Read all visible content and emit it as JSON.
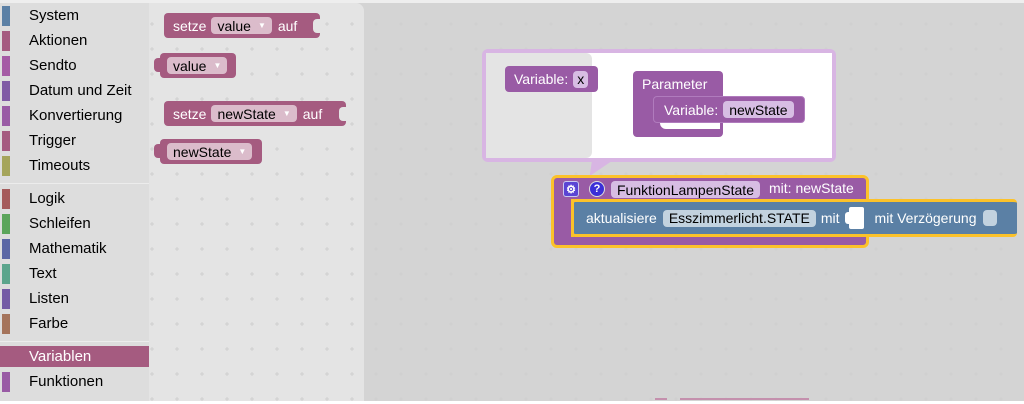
{
  "toolbox": {
    "items": [
      {
        "label": "System",
        "color": "#5b80a5"
      },
      {
        "label": "Aktionen",
        "color": "#a55b80"
      },
      {
        "label": "Sendto",
        "color": "#a55ba5"
      },
      {
        "label": "Datum und Zeit",
        "color": "#805ba5"
      },
      {
        "label": "Konvertierung",
        "color": "#995ba5"
      },
      {
        "label": "Trigger",
        "color": "#a55b80"
      },
      {
        "label": "Timeouts",
        "color": "#a5a55b"
      },
      {
        "label": "Logik",
        "color": "#a55b5b"
      },
      {
        "label": "Schleifen",
        "color": "#5ba55b"
      },
      {
        "label": "Mathematik",
        "color": "#5b67a5"
      },
      {
        "label": "Text",
        "color": "#5ba58c"
      },
      {
        "label": "Listen",
        "color": "#745ba5"
      },
      {
        "label": "Farbe",
        "color": "#a5745b"
      },
      {
        "label": "Variablen",
        "color": "#a55b80",
        "selected": true
      },
      {
        "label": "Funktionen",
        "color": "#995ba5"
      }
    ]
  },
  "flyout": {
    "set_value": {
      "prefix": "setze",
      "var": "value",
      "suffix": "auf"
    },
    "get_value": {
      "var": "value"
    },
    "set_newstate": {
      "prefix": "setze",
      "var": "newState",
      "suffix": "auf"
    },
    "get_newstate": {
      "var": "newState"
    }
  },
  "mutator": {
    "flyout_block": {
      "label": "Variable:",
      "value": "x"
    },
    "container_label": "Parameter",
    "param_block": {
      "label": "Variable:",
      "value": "newState"
    }
  },
  "function_block": {
    "name": "FunktionLampenState",
    "params_label": "mit: newState",
    "gear_icon": "⚙",
    "help_icon": "?",
    "statement": {
      "prefix": "aktualisiere",
      "object": "Esszimmerlicht.STATE",
      "with_label": "mit",
      "delay_label": "mit Verzögerung",
      "delay_checked": false
    }
  },
  "colors": {
    "variables": "#a55b80",
    "procedures": "#995ba5",
    "system": "#5b80a5",
    "highlight": "#fcc22a"
  }
}
